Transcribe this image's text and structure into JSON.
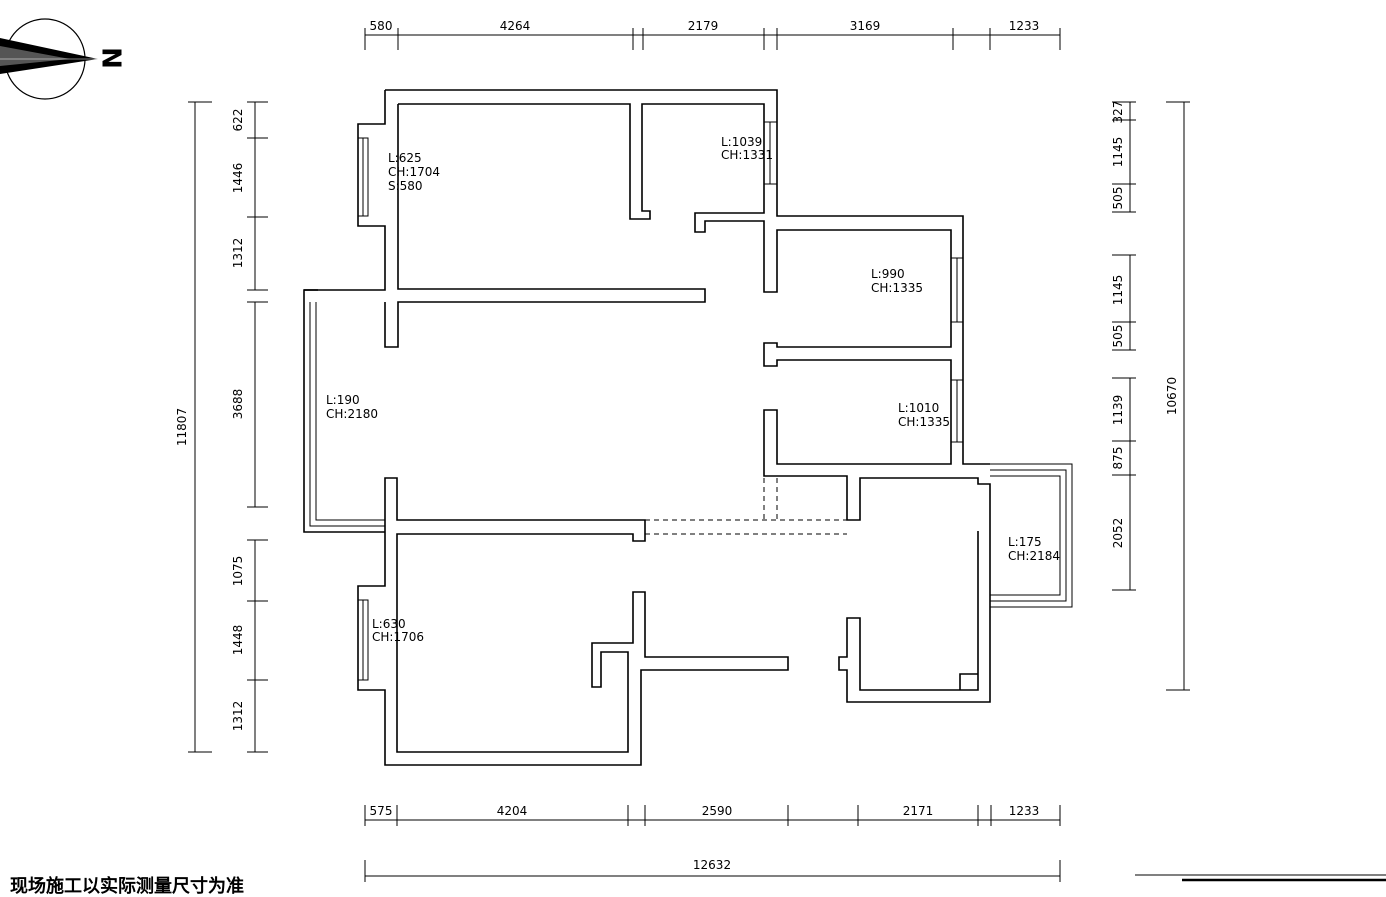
{
  "compass": {
    "north_label": "N",
    "icon": "north-arrow-icon"
  },
  "dimensions": {
    "top": [
      "580",
      "4264",
      "2179",
      "3169",
      "1233"
    ],
    "bottom": [
      "575",
      "4204",
      "2590",
      "2171",
      "1233"
    ],
    "total_width": "12632",
    "left_overall": "11807",
    "left": [
      "622",
      "1446",
      "1312",
      "3688",
      "1075",
      "1448",
      "1312"
    ],
    "right_overall": "10670",
    "right": [
      "327",
      "1145",
      "505",
      "1145",
      "505",
      "1139",
      "875",
      "2052"
    ]
  },
  "rooms": [
    {
      "lines": [
        "L:625",
        "CH:1704",
        "S:580"
      ]
    },
    {
      "lines": [
        "L:1039",
        "CH:1331"
      ]
    },
    {
      "lines": [
        "L:990",
        "CH:1335"
      ]
    },
    {
      "lines": [
        "L:190",
        "CH:2180"
      ]
    },
    {
      "lines": [
        "L:1010",
        "CH:1335"
      ]
    },
    {
      "lines": [
        "L:175",
        "CH:2184"
      ]
    },
    {
      "lines": [
        "L:630",
        "CH:1706"
      ]
    }
  ],
  "footer_note": "现场施工以实际测量尺寸为准"
}
